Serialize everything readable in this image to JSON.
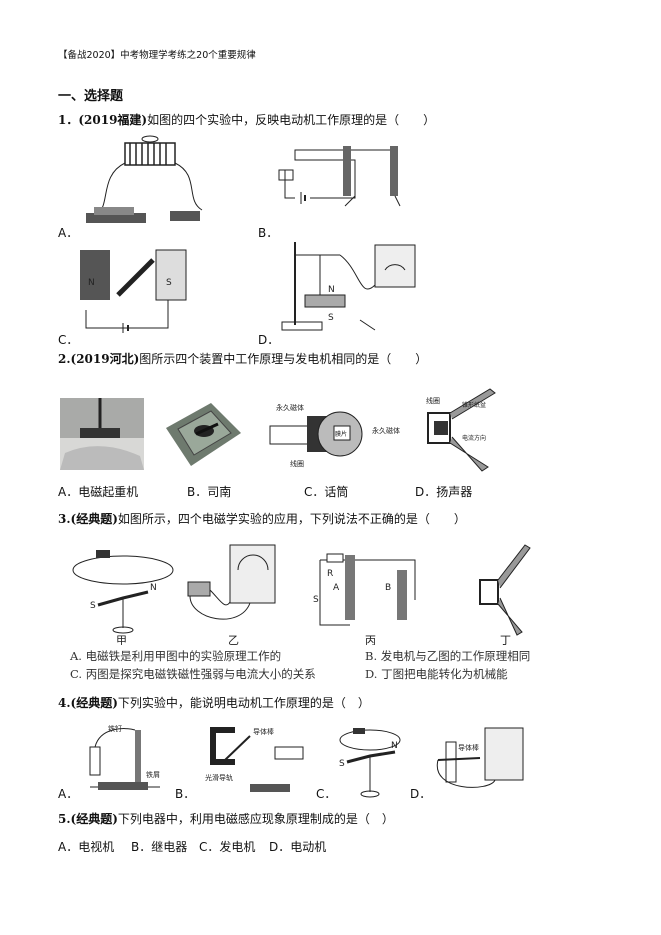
{
  "header": "【备战2020】中考物理学考练之20个重要规律",
  "section_title": "一、选择题",
  "q1": {
    "num": "1．",
    "source": "(2019福建)",
    "text": "如图的四个实验中，反映电动机工作原理的是（　　）",
    "labels": [
      "A．",
      "B．",
      "C．",
      "D．"
    ],
    "fig_text": {
      "n": "N",
      "s": "S"
    }
  },
  "q2": {
    "num": "2.",
    "source": "(2019河北)",
    "text": "图所示四个装置中工作原理与发电机相同的是（　　）",
    "options": [
      "A．电磁起重机",
      "B．司南",
      "C．话筒",
      "D．扬声器"
    ],
    "fig_text": {
      "magnet": "永久磁体",
      "membrane": "膜片",
      "coil": "线圈",
      "magnet2": "永久磁体",
      "coil2": "线圈",
      "cone": "锥形纸盆",
      "current": "电流方向"
    }
  },
  "q3": {
    "num": "3.",
    "source": "(经典题)",
    "text": "如图所示，四个电磁学实验的应用，下列说法不正确的是（　　）",
    "fig_captions": [
      "甲",
      "乙",
      "丙",
      "丁"
    ],
    "options": [
      "A.  电磁铁是利用甲图中的实验原理工作的",
      "B.  发电机与乙图的工作原理相同",
      "C.  丙图是探究电磁铁磁性强弱与电流大小的关系",
      "D.  丁图把电能转化为机械能"
    ],
    "fig_text": {
      "r": "R",
      "a": "A",
      "b": "B",
      "s": "S"
    }
  },
  "q4": {
    "num": "4.",
    "source": "(经典题)",
    "text": "下列实验中，能说明电动机工作原理的是（　）",
    "labels": [
      "A．",
      "B．",
      "C．",
      "D．"
    ],
    "fig_text": {
      "nail": "铁钉",
      "filings": "铁屑",
      "rod": "导体棒",
      "rails": "光滑导轨",
      "rod2": "导体棒"
    }
  },
  "q5": {
    "num": "5.",
    "source": "(经典题)",
    "text": "下列电器中，利用电磁感应现象原理制成的是（　）",
    "options": [
      "A．电视机",
      "B．继电器",
      "C．发电机",
      "D．电动机"
    ]
  }
}
